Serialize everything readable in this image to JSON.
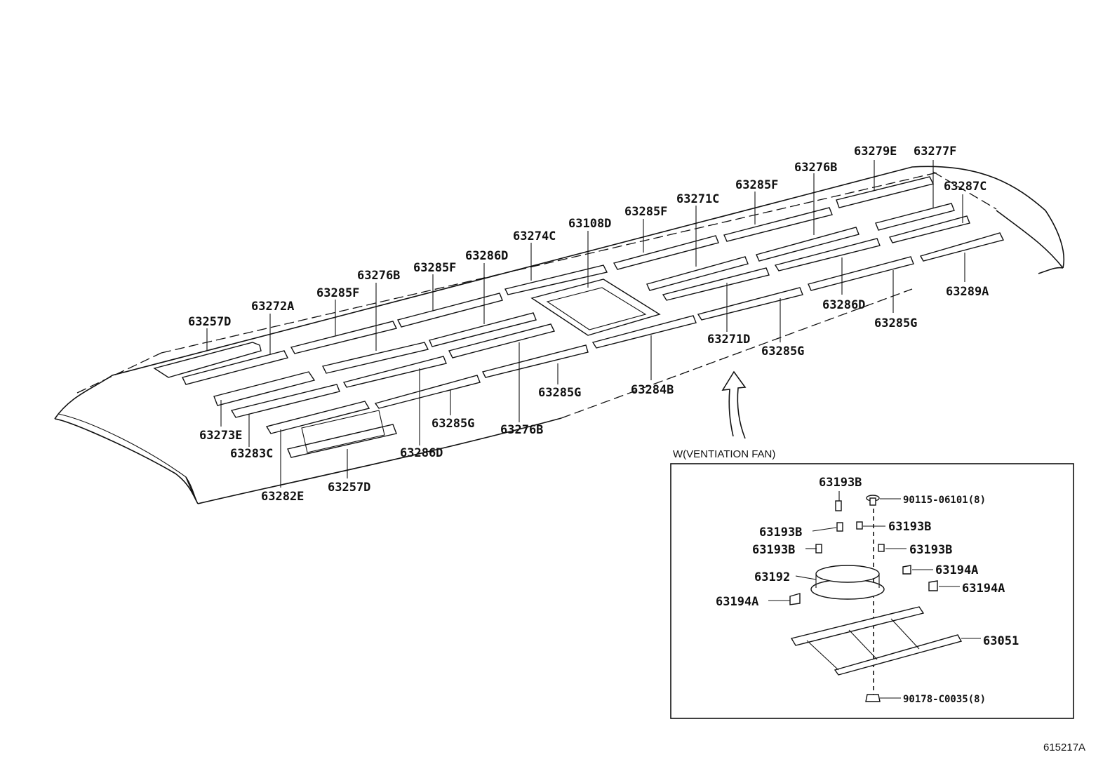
{
  "roof_labels": {
    "l_63257D_top": "63257D",
    "l_63272A": "63272A",
    "l_63285F_1": "63285F",
    "l_63276B_1": "63276B",
    "l_63285F_2": "63285F",
    "l_63286D_1": "63286D",
    "l_63274C": "63274C",
    "l_63108D": "63108D",
    "l_63285F_3": "63285F",
    "l_63271C": "63271C",
    "l_63285F_4": "63285F",
    "l_63276B_2": "63276B",
    "l_63279E": "63279E",
    "l_63277F": "63277F",
    "l_63287C": "63287C",
    "l_63289A": "63289A",
    "l_63286D_2": "63286D",
    "l_63285G_1": "63285G",
    "l_63271D": "63271D",
    "l_63285G_2": "63285G",
    "l_63284B": "63284B",
    "l_63285G_3": "63285G",
    "l_63276B_3": "63276B",
    "l_63285G_4": "63285G",
    "l_63286D_3": "63286D",
    "l_63273E": "63273E",
    "l_63283C": "63283C",
    "l_63282E": "63282E",
    "l_63257D_bot": "63257D"
  },
  "fan_section": {
    "caption": "W(VENTIATION FAN)",
    "labels": {
      "f_63193B_top": "63193B",
      "f_90115": "90115-06101(8)",
      "f_63193B_l1": "63193B",
      "f_63193B_r1": "63193B",
      "f_63193B_l2": "63193B",
      "f_63193B_r2": "63193B",
      "f_63194A_r1": "63194A",
      "f_63192": "63192",
      "f_63194A_r2": "63194A",
      "f_63194A_l": "63194A",
      "f_63051": "63051",
      "f_90178": "90178-C0035(8)"
    }
  },
  "figure_id": "615217A"
}
